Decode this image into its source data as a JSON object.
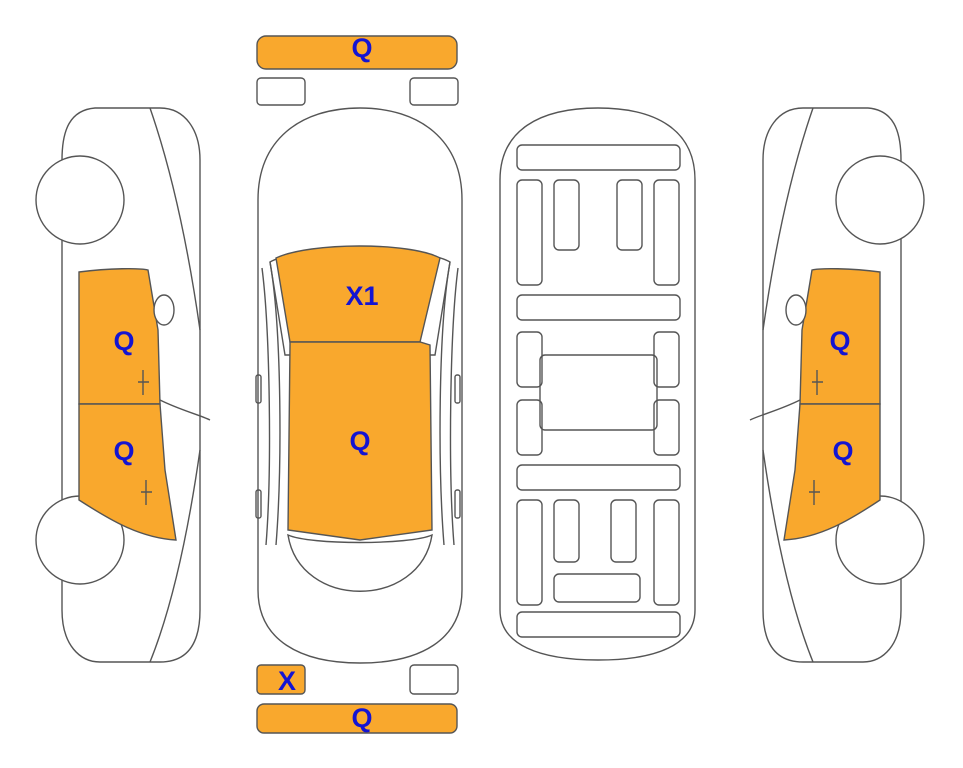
{
  "colors": {
    "marked": "#F9A82D",
    "unmarked": "#FFFFFF",
    "outline": "#555555",
    "label": "#1414D2"
  },
  "codes": {
    "front_bumper": "Q",
    "roof": "X1",
    "hood": "Q",
    "rear_bumper": "Q",
    "rear_left_light": "X",
    "left_front_door": "Q",
    "left_rear_door": "Q",
    "right_front_door": "Q",
    "right_rear_door": "Q"
  }
}
